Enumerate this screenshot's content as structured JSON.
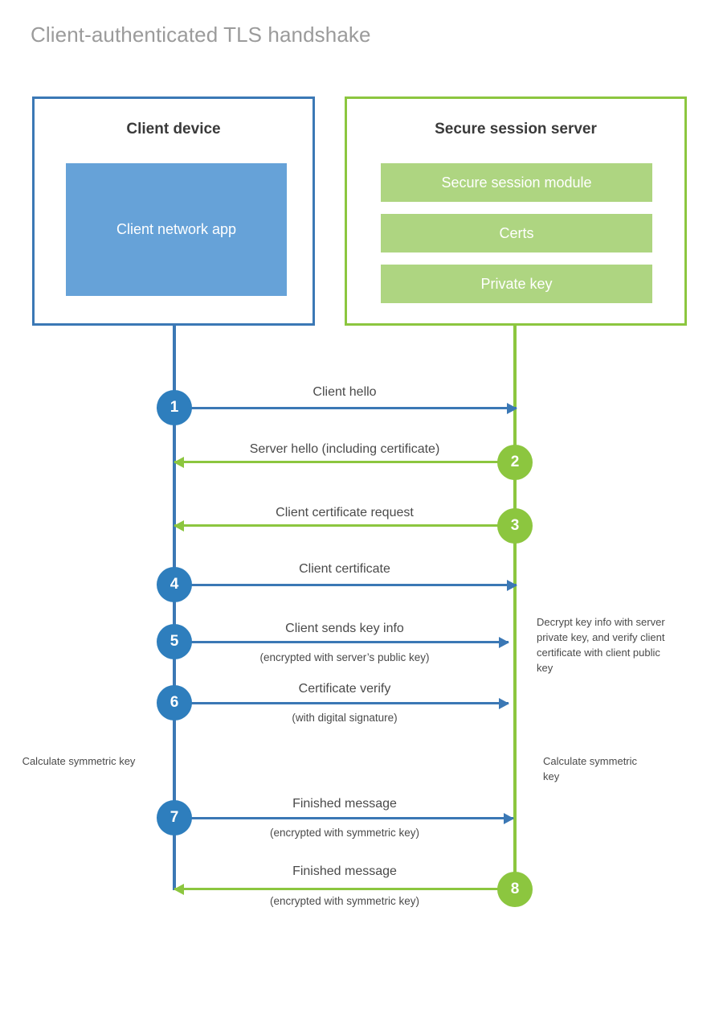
{
  "diagram": {
    "title": "Client-authenticated TLS handshake",
    "participants": {
      "client": {
        "title": "Client device",
        "block": "Client network app",
        "border_color": "#3b78b5",
        "block_color": "#66a2d8"
      },
      "server": {
        "title": "Secure session server",
        "blocks": [
          "Secure session module",
          "Certs",
          "Private key"
        ],
        "border_color": "#8cc63f",
        "block_color": "#aed581"
      }
    },
    "steps": [
      {
        "number": "1",
        "label": "Client hello",
        "sub": "",
        "direction": "client-to-server",
        "color": "#2e7ebd"
      },
      {
        "number": "2",
        "label": "Server hello (including certificate)",
        "sub": "",
        "direction": "server-to-client",
        "color": "#8cc63f"
      },
      {
        "number": "3",
        "label": "Client certificate request",
        "sub": "",
        "direction": "server-to-client",
        "color": "#8cc63f"
      },
      {
        "number": "4",
        "label": "Client certificate",
        "sub": "",
        "direction": "client-to-server",
        "color": "#2e7ebd"
      },
      {
        "number": "5",
        "label": "Client sends key info",
        "sub": "(encrypted with server’s public key)",
        "direction": "client-to-server",
        "color": "#2e7ebd"
      },
      {
        "number": "6",
        "label": "Certificate verify",
        "sub": "(with digital signature)",
        "direction": "client-to-server",
        "color": "#2e7ebd"
      },
      {
        "number": "7",
        "label": "Finished message",
        "sub": "(encrypted with symmetric key)",
        "direction": "client-to-server",
        "color": "#2e7ebd"
      },
      {
        "number": "8",
        "label": "Finished message",
        "sub": "(encrypted with symmetric key)",
        "direction": "server-to-client",
        "color": "#8cc63f"
      }
    ],
    "notes": {
      "server_decrypt": "Decrypt key info with server private key, and verify client certificate with client public key",
      "client_calc": "Calculate symmetric key",
      "server_calc": "Calculate symmetric key"
    }
  }
}
